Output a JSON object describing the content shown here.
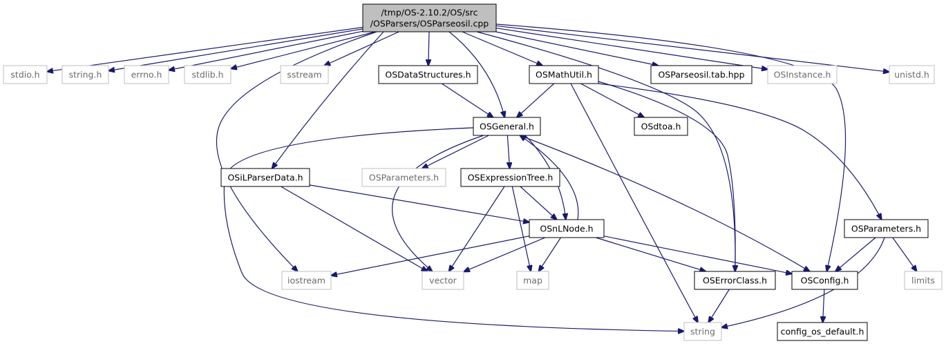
{
  "root": {
    "id": "root",
    "lines": [
      "/tmp/OS-2.10.2/OS/src",
      "/OSParsers/OSParseosil.cpp"
    ]
  },
  "nodes": [
    {
      "id": "stdio",
      "label": "stdio.h",
      "kind": "external"
    },
    {
      "id": "string_h",
      "label": "string.h",
      "kind": "external"
    },
    {
      "id": "errno",
      "label": "errno.h",
      "kind": "external"
    },
    {
      "id": "stdlib",
      "label": "stdlib.h",
      "kind": "external"
    },
    {
      "id": "sstream",
      "label": "sstream",
      "kind": "external"
    },
    {
      "id": "osds",
      "label": "OSDataStructures.h",
      "kind": "documented"
    },
    {
      "id": "osmath",
      "label": "OSMathUtil.h",
      "kind": "documented"
    },
    {
      "id": "ostab",
      "label": "OSParseosil.tab.hpp",
      "kind": "documented"
    },
    {
      "id": "osinst",
      "label": "OSInstance.h",
      "kind": "external"
    },
    {
      "id": "unistd",
      "label": "unistd.h",
      "kind": "external"
    },
    {
      "id": "osgen",
      "label": "OSGeneral.h",
      "kind": "documented"
    },
    {
      "id": "osdtoa",
      "label": "OSdtoa.h",
      "kind": "documented"
    },
    {
      "id": "osparam_ext",
      "label": "OSParameters.h",
      "kind": "external"
    },
    {
      "id": "osexpr",
      "label": "OSExpressionTree.h",
      "kind": "documented"
    },
    {
      "id": "osil",
      "label": "OSiLParserData.h",
      "kind": "documented"
    },
    {
      "id": "osnl",
      "label": "OSnLNode.h",
      "kind": "documented"
    },
    {
      "id": "osparam",
      "label": "OSParameters.h",
      "kind": "documented"
    },
    {
      "id": "iostream",
      "label": "iostream",
      "kind": "external"
    },
    {
      "id": "vector",
      "label": "vector",
      "kind": "external"
    },
    {
      "id": "map",
      "label": "map",
      "kind": "external"
    },
    {
      "id": "oserr",
      "label": "OSErrorClass.h",
      "kind": "documented"
    },
    {
      "id": "osconfig",
      "label": "OSConfig.h",
      "kind": "documented"
    },
    {
      "id": "limits",
      "label": "limits",
      "kind": "external"
    },
    {
      "id": "string_std",
      "label": "string",
      "kind": "external"
    },
    {
      "id": "config_def",
      "label": "config_os_default.h",
      "kind": "documented"
    }
  ],
  "edges": [
    [
      "root",
      "stdio"
    ],
    [
      "root",
      "string_h"
    ],
    [
      "root",
      "errno"
    ],
    [
      "root",
      "stdlib"
    ],
    [
      "root",
      "sstream"
    ],
    [
      "root",
      "osds"
    ],
    [
      "root",
      "osmath"
    ],
    [
      "root",
      "ostab"
    ],
    [
      "root",
      "osinst"
    ],
    [
      "root",
      "unistd"
    ],
    [
      "root",
      "osgen"
    ],
    [
      "root",
      "osil"
    ],
    [
      "root",
      "iostream"
    ],
    [
      "root",
      "oserr"
    ],
    [
      "root",
      "osconfig"
    ],
    [
      "osds",
      "osgen"
    ],
    [
      "osmath",
      "osgen"
    ],
    [
      "osmath",
      "osdtoa"
    ],
    [
      "osmath",
      "osparam"
    ],
    [
      "osmath",
      "oserr"
    ],
    [
      "osmath",
      "string_std"
    ],
    [
      "osgen",
      "osparam_ext"
    ],
    [
      "osgen",
      "osexpr"
    ],
    [
      "osgen",
      "osnl"
    ],
    [
      "osgen",
      "osconfig"
    ],
    [
      "osgen",
      "vector"
    ],
    [
      "osgen",
      "string_std"
    ],
    [
      "osexpr",
      "osnl"
    ],
    [
      "osexpr",
      "vector"
    ],
    [
      "osexpr",
      "map"
    ],
    [
      "osil",
      "osnl"
    ],
    [
      "osil",
      "vector"
    ],
    [
      "osnl",
      "osgen"
    ],
    [
      "osnl",
      "iostream"
    ],
    [
      "osnl",
      "vector"
    ],
    [
      "osnl",
      "map"
    ],
    [
      "osnl",
      "oserr"
    ],
    [
      "osnl",
      "osconfig"
    ],
    [
      "osparam",
      "osconfig"
    ],
    [
      "osparam",
      "limits"
    ],
    [
      "osparam",
      "string_std"
    ],
    [
      "oserr",
      "string_std"
    ],
    [
      "osconfig",
      "config_def"
    ]
  ]
}
